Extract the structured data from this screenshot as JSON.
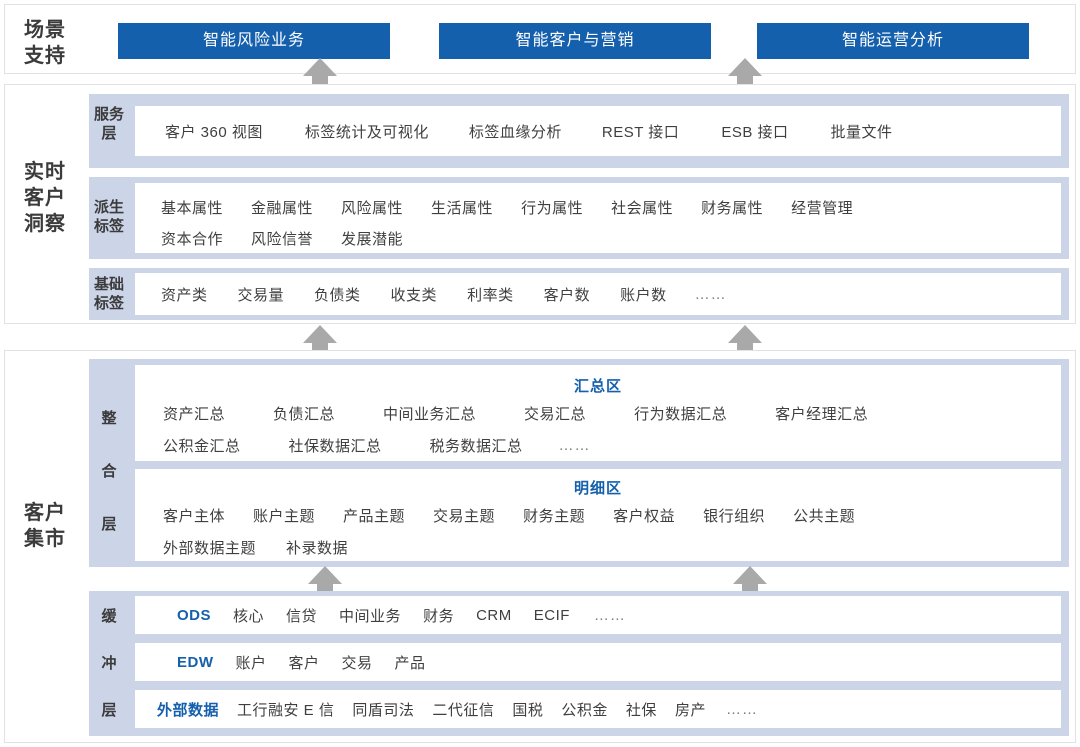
{
  "diagram": {
    "arrow_color": "#a9a9a9",
    "accent_color": "#1560ad",
    "band_color": "#ccd4e8",
    "button_color": "#1560ad"
  },
  "scenario": {
    "group_title": "场景\n支持",
    "buttons": [
      {
        "label": "智能风险业务"
      },
      {
        "label": "智能客户与营销"
      },
      {
        "label": "智能运营分析"
      }
    ]
  },
  "insight": {
    "group_title": "实时\n客户\n洞察",
    "layers": [
      {
        "label": "服务\n层",
        "rows": [
          [
            "客户 360 视图",
            "标签统计及可视化",
            "标签血缘分析",
            "REST 接口",
            "ESB 接口",
            "批量文件"
          ]
        ]
      },
      {
        "label": "派生\n标签",
        "rows": [
          [
            "基本属性",
            "金融属性",
            "风险属性",
            "生活属性",
            "行为属性",
            "社会属性",
            "财务属性",
            "经营管理"
          ],
          [
            "资本合作",
            "风险信誉",
            "发展潜能"
          ]
        ]
      },
      {
        "label": "基础\n标签",
        "rows": [
          [
            "资产类",
            "交易量",
            "负债类",
            "收支类",
            "利率类",
            "客户数",
            "账户数",
            "……"
          ]
        ]
      }
    ]
  },
  "mart": {
    "group_title": "客户\n集市",
    "integration": {
      "label": "整 合 层",
      "label_chars": [
        "整",
        "合",
        "层"
      ],
      "zones": [
        {
          "title": "汇总区",
          "rows": [
            [
              "资产汇总",
              "负债汇总",
              "中间业务汇总",
              "交易汇总",
              "行为数据汇总",
              "客户经理汇总"
            ],
            [
              "公积金汇总",
              "社保数据汇总",
              "税务数据汇总",
              "……"
            ]
          ]
        },
        {
          "title": "明细区",
          "rows": [
            [
              "客户主体",
              "账户主题",
              "产品主题",
              "交易主题",
              "财务主题",
              "客户权益",
              "银行组织",
              "公共主题"
            ],
            [
              "外部数据主题",
              "补录数据"
            ]
          ]
        }
      ]
    },
    "buffer": {
      "label": "缓 冲 层",
      "label_chars": [
        "缓",
        "冲",
        "层"
      ],
      "rows": [
        {
          "head": "ODS",
          "items": [
            "核心",
            "信贷",
            "中间业务",
            "财务",
            "CRM",
            "ECIF",
            "……"
          ]
        },
        {
          "head": "EDW",
          "items": [
            "账户",
            "客户",
            "交易",
            "产品"
          ]
        },
        {
          "head": "外部数据",
          "items": [
            "工行融安 E 信",
            "同盾司法",
            "二代征信",
            "国税",
            "公积金",
            "社保",
            "房产",
            "……"
          ]
        }
      ]
    }
  }
}
